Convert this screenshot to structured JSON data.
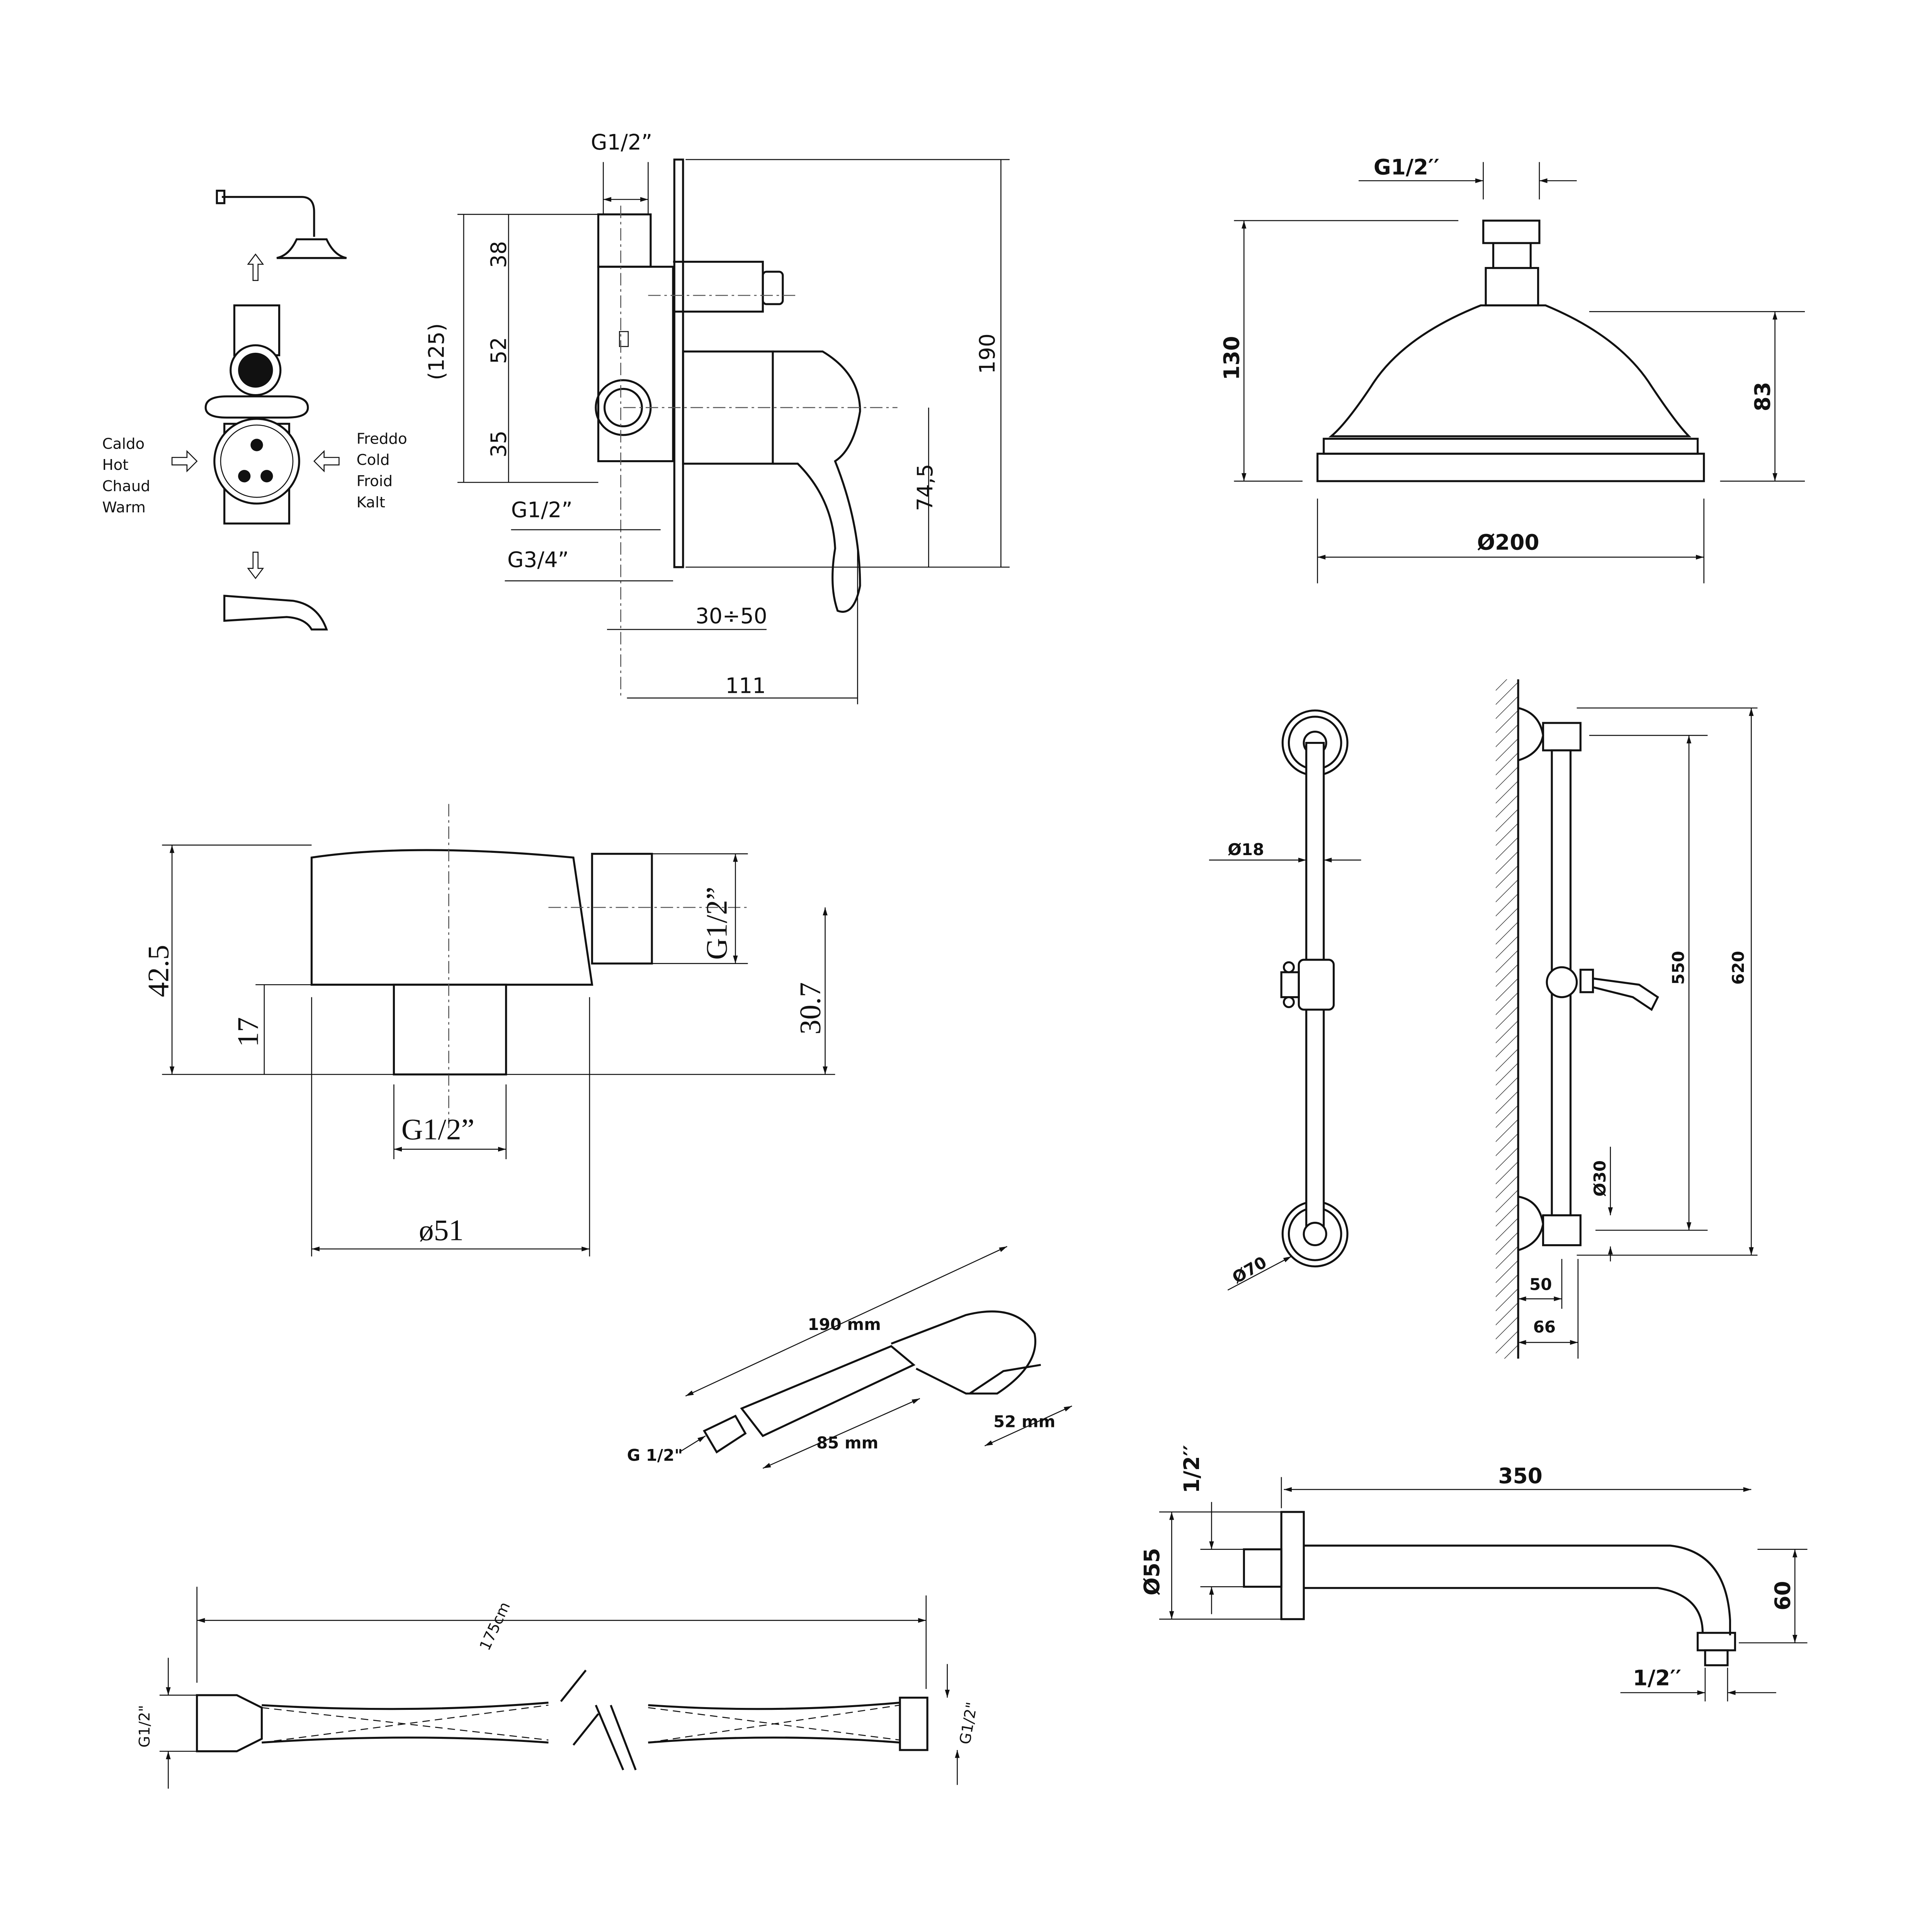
{
  "mixer": {
    "legend_left": [
      "Caldo",
      "Hot",
      "Chaud",
      "Warm"
    ],
    "legend_right": [
      "Freddo",
      "Cold",
      "Froid",
      "Kalt"
    ],
    "dims": {
      "top_thread": "G1/2”",
      "d38": "38",
      "d52": "52",
      "d35": "35",
      "d125": "(125)",
      "d190": "190",
      "d745": "74,5",
      "inlet_thread": "G1/2”",
      "body_thread": "G3/4”",
      "depth": "30÷50",
      "d111": "111"
    }
  },
  "head_shower": {
    "thread": "G1/2′′",
    "height": "130",
    "dome_height": "83",
    "diameter": "Ø200"
  },
  "wall_outlet": {
    "height": "42.5",
    "d17": "17",
    "side_thread": "G1/2”",
    "d307": "30.7",
    "bottom_thread": "G1/2”",
    "diameter": "ø51"
  },
  "slide_rail": {
    "bar_diameter": "Ø18",
    "flange_diameter": "Ø70",
    "centers": "550",
    "total": "620",
    "d30": "Ø30",
    "d50": "50",
    "d66": "66"
  },
  "hand_shower": {
    "length": "190 mm",
    "head": "52 mm",
    "handle": "85 mm",
    "thread": "G 1/2\""
  },
  "shower_arm": {
    "wall_thread": "1/2′′",
    "length": "350",
    "flange": "Ø55",
    "drop": "60",
    "outlet_thread": "1/2′′"
  },
  "hose": {
    "length": "175cm",
    "left_thread": "G1/2\"",
    "right_thread": "G1/2\""
  }
}
